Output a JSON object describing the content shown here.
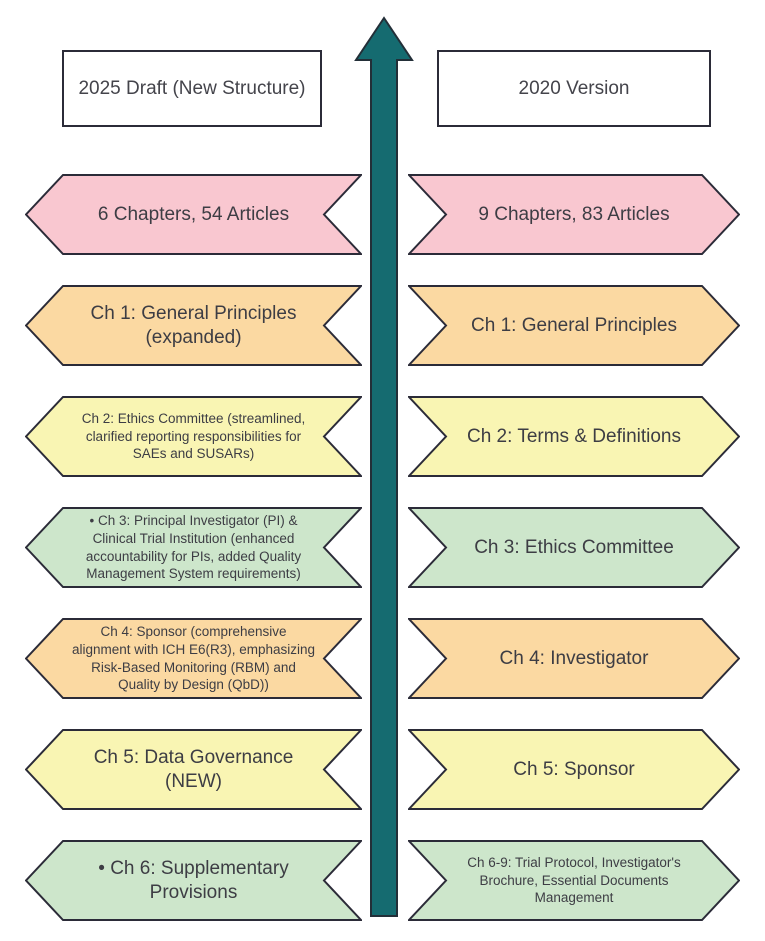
{
  "header": {
    "left_box": "2025 Draft (New Structure)",
    "right_box": "2020 Version"
  },
  "arrow": {
    "label": "upward-comparison-arrow",
    "color": "#156b70",
    "outline": "#232f38"
  },
  "colors": {
    "pink": "#f9c7d0",
    "orange": "#fbd9a2",
    "yellow": "#f9f5b3",
    "green": "#cde6cb",
    "shape_outline": "#2b2b38",
    "text": "#3d3d44"
  },
  "rows": [
    {
      "fill": "#f9c7d0",
      "left": "6 Chapters, 54 Articles",
      "right": "9 Chapters, 83 Articles"
    },
    {
      "fill": "#fbd9a2",
      "left": "Ch 1: General Principles (expanded)",
      "right": "Ch 1: General Principles"
    },
    {
      "fill": "#f9f5b3",
      "left": "Ch 2: Ethics Committee (streamlined, clarified reporting responsibilities for SAEs and SUSARs)",
      "right": "Ch 2: Terms & Definitions"
    },
    {
      "fill": "#cde6cb",
      "left": "• Ch 3: Principal Investigator (PI) & Clinical Trial Institution (enhanced accountability for PIs, added Quality Management System requirements)",
      "right": "Ch 3: Ethics Committee"
    },
    {
      "fill": "#fbd9a2",
      "left": "Ch 4: Sponsor (comprehensive alignment with ICH E6(R3), emphasizing Risk-Based Monitoring (RBM) and Quality by Design (QbD))",
      "right": "Ch 4: Investigator"
    },
    {
      "fill": "#f9f5b3",
      "left": "Ch 5: Data Governance (NEW)",
      "right": "Ch 5: Sponsor"
    },
    {
      "fill": "#cde6cb",
      "left": "• Ch 6: Supplementary Provisions",
      "right": "Ch 6-9: Trial Protocol, Investigator's Brochure, Essential Documents Management"
    }
  ]
}
